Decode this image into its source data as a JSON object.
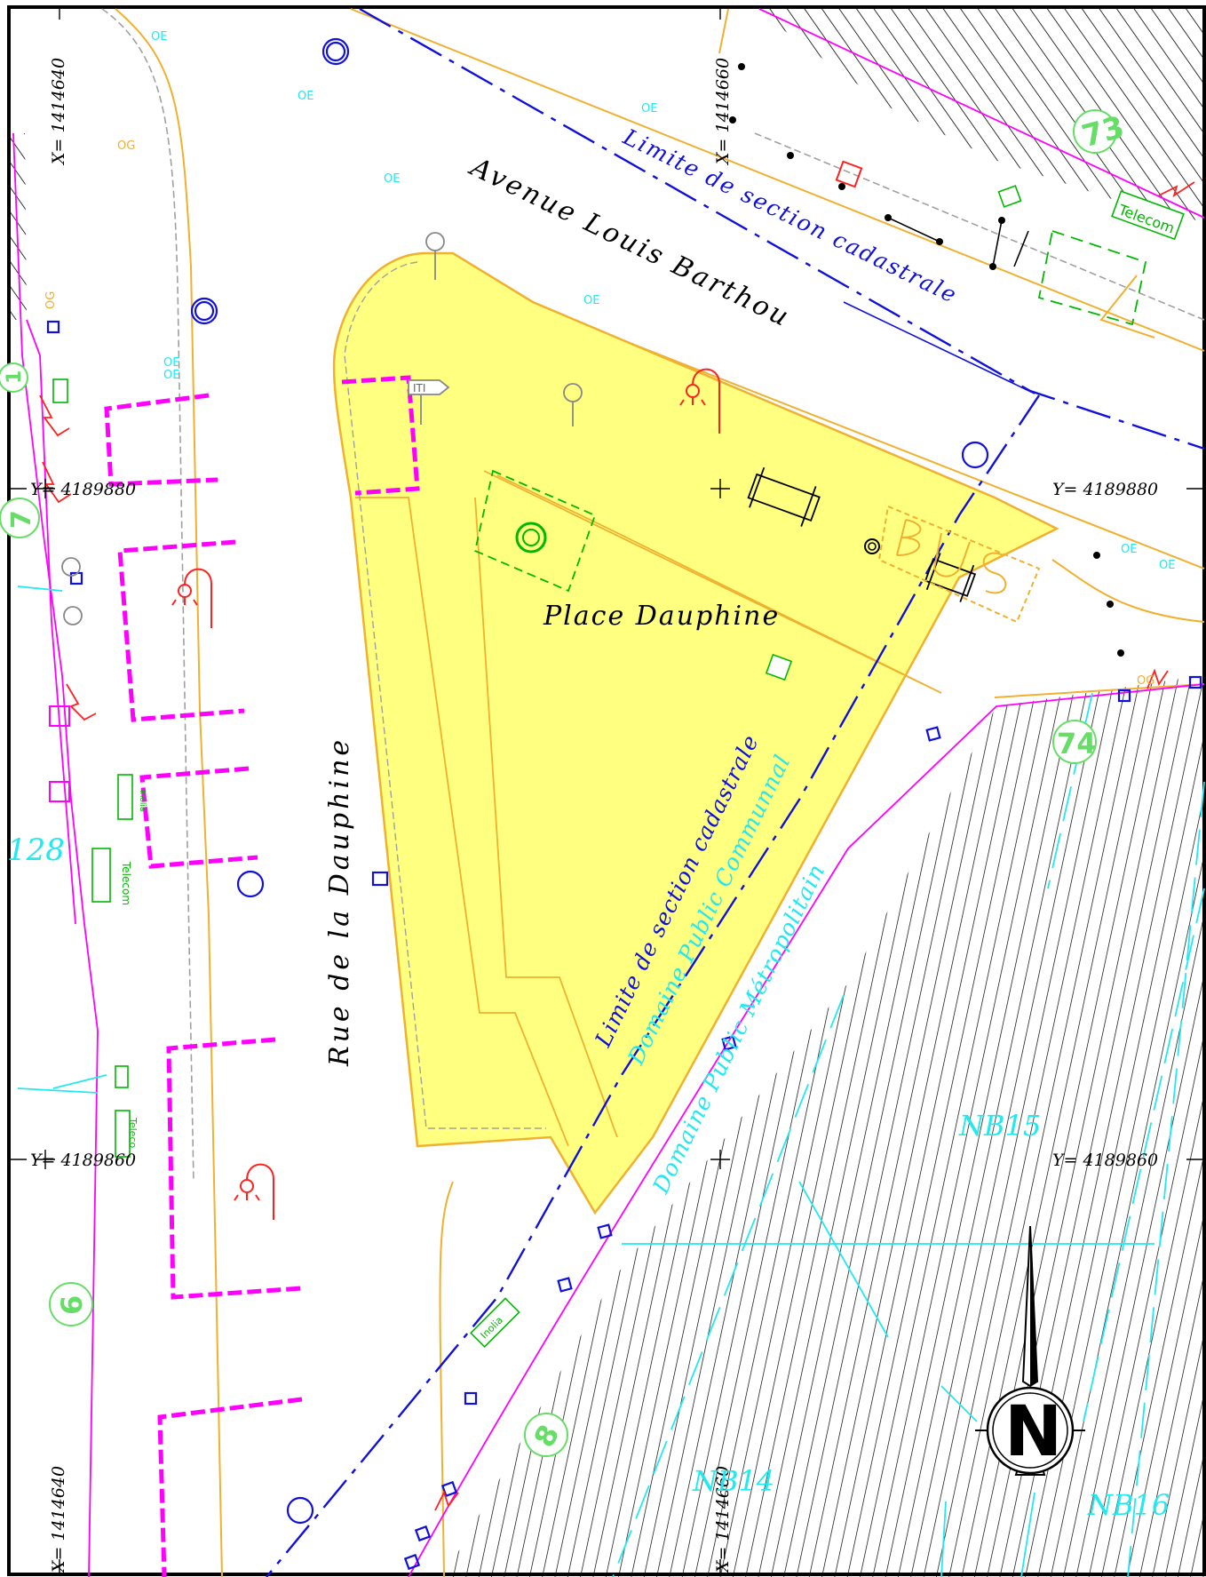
{
  "streets": {
    "avenue": "Avenue Louis Barthou",
    "rue": "Rue de la Dauphine",
    "place": "Place Dauphine"
  },
  "limits": {
    "top": "Limite de section cadastrale",
    "middle": "Limite de section cadastrale",
    "domaine_communal": "Domaine Public Communnal",
    "domaine_metro": "Domaine Public Métropolitain"
  },
  "grid": {
    "x_left_top": "X= 1414640",
    "x_left_bottom": "X= 1414640",
    "x_mid_top": "X= 1414660",
    "x_mid_bottom": "X= 1414660",
    "y_left_upper": "Y= 4189880",
    "y_right_upper": "Y= 4189880",
    "y_left_lower": "Y= 4189860",
    "y_right_lower": "Y= 4189860"
  },
  "parcels": {
    "p128": "128",
    "nb14": "NB14",
    "nb15": "NB15",
    "nb16": "NB16"
  },
  "numbers": {
    "n73": "73",
    "n74": "74",
    "n6": "6",
    "n7": "7",
    "n8": "8",
    "n1": "1"
  },
  "utility_labels": {
    "oe": "OE",
    "og": "OG",
    "telecom": "Telecom",
    "telecom_short": "Teleco",
    "inolia": "Inolia",
    "iti": "ITI"
  },
  "compass": {
    "letter": "N"
  },
  "colors": {
    "square_fill": "#ffff80",
    "square_edge": "#f0b030",
    "cadastral": "#1010dd",
    "domaine": "#22e8f0",
    "parcel_edge": "#ff00ff",
    "telecom": "#00b800",
    "number_circle": "#66dd66",
    "lamp": "#ff2020"
  }
}
